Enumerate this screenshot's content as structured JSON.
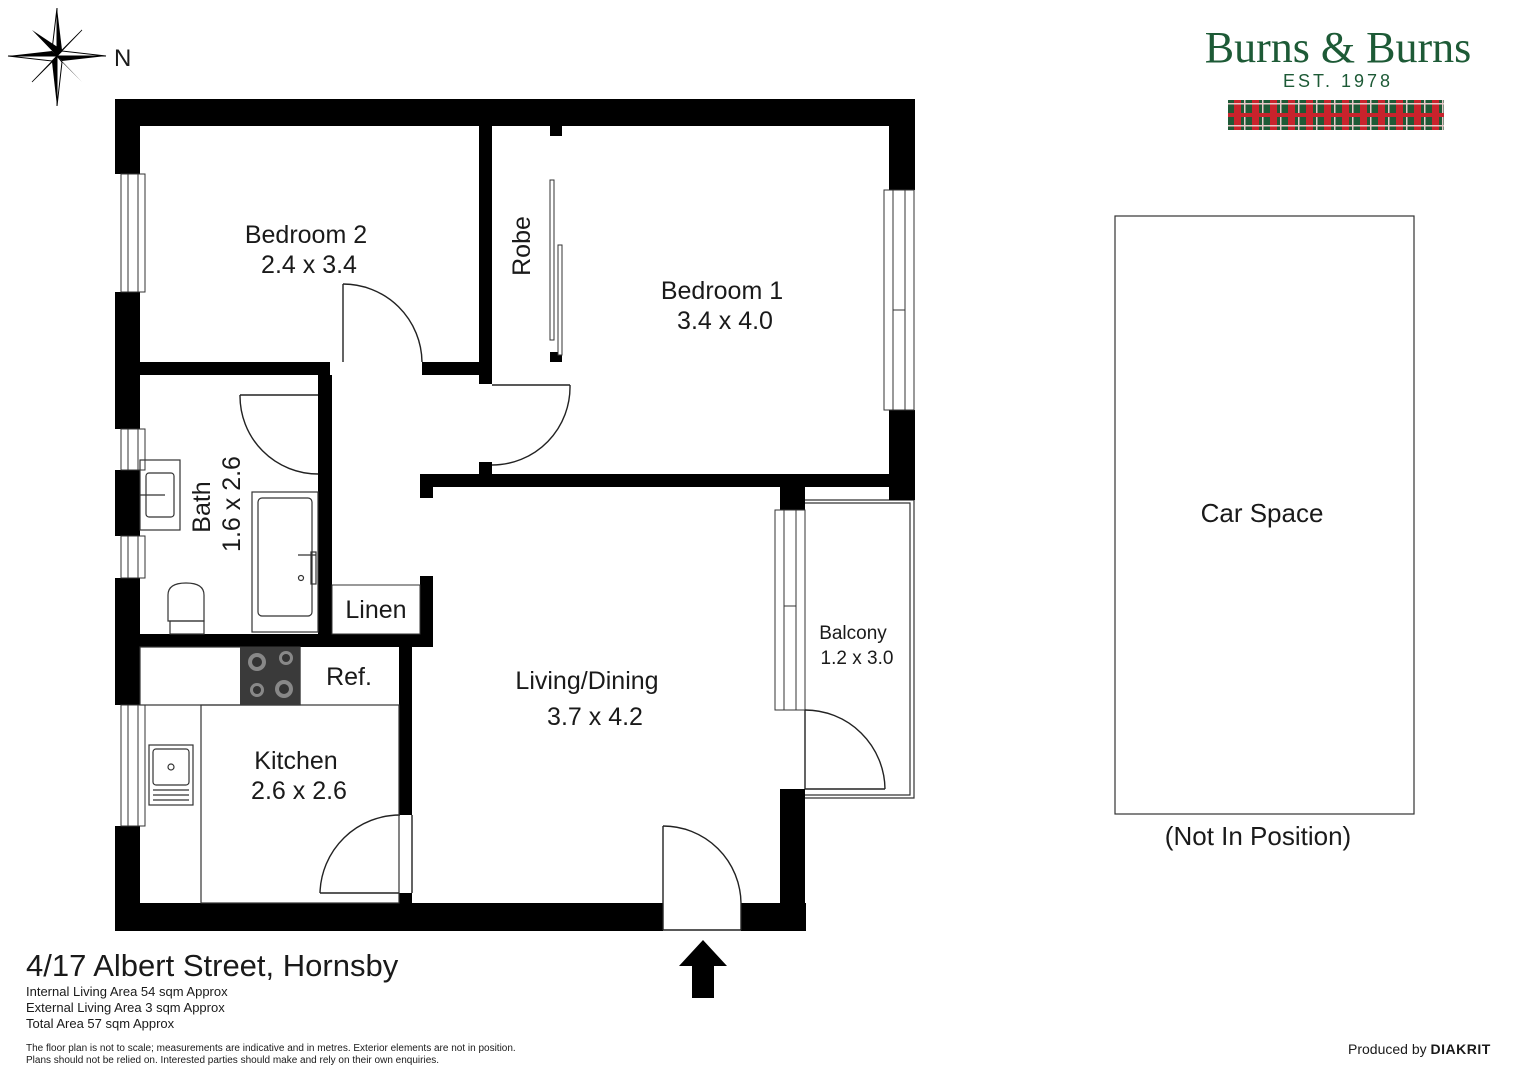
{
  "compass": {
    "north_label": "N"
  },
  "brand": {
    "name": "Burns & Burns",
    "established": "EST. 1978"
  },
  "rooms": {
    "bedroom2": {
      "name": "Bedroom 2",
      "size": "2.4 x 3.4"
    },
    "bedroom1": {
      "name": "Bedroom 1",
      "size": "3.4 x 4.0"
    },
    "robe": {
      "name": "Robe"
    },
    "bath": {
      "name": "Bath",
      "size": "1.6 x 2.6"
    },
    "linen": {
      "name": "Linen"
    },
    "ref": {
      "name": "Ref."
    },
    "kitchen": {
      "name": "Kitchen",
      "size": "2.6 x 2.6"
    },
    "living": {
      "name": "Living/Dining",
      "size": "3.7 x 4.2"
    },
    "balcony": {
      "name": "Balcony",
      "size": "1.2 x 3.0"
    }
  },
  "car_space": {
    "name": "Car Space",
    "note": "(Not In Position)"
  },
  "footer": {
    "address": "4/17 Albert Street, Hornsby",
    "internal_area": "Internal Living Area 54 sqm Approx",
    "external_area": "External Living Area 3 sqm Approx",
    "total_area": "Total Area 57 sqm Approx",
    "disclaimer_1": "The floor plan is not to scale; measurements are indicative and in metres. Exterior elements are not in position.",
    "disclaimer_2": "Plans should not be relied on. Interested parties should make and rely on their own enquiries.",
    "produced_by": "Produced by",
    "producer": "DIAKRIT"
  },
  "colors": {
    "wall": "#000000",
    "brand_green": "#1d5a36",
    "brand_red": "#c8232c"
  }
}
